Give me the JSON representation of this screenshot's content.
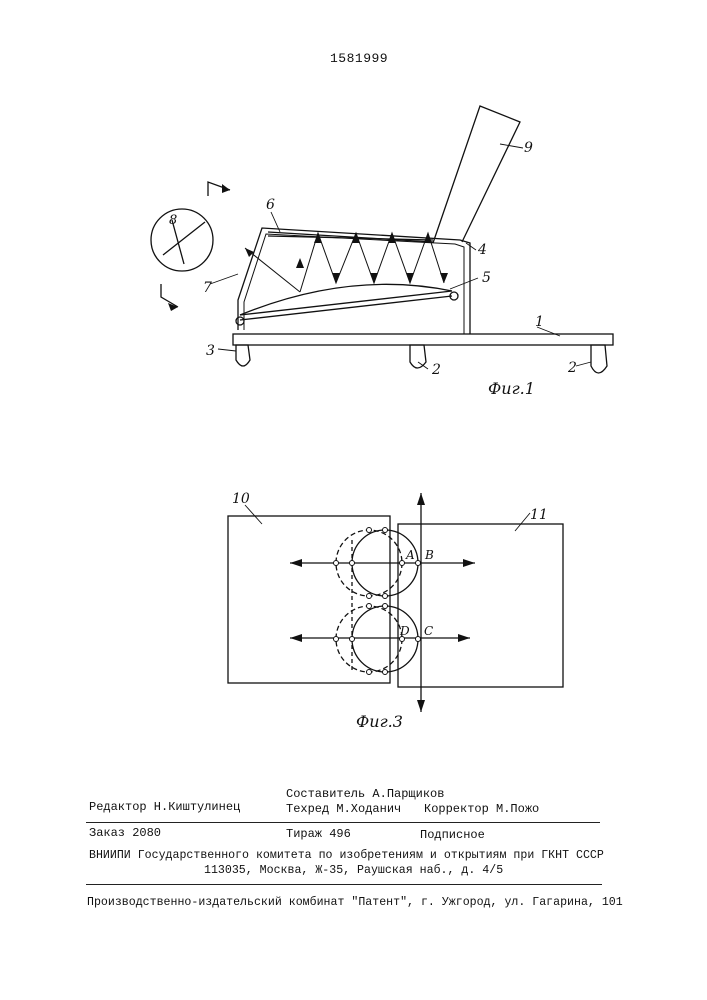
{
  "patent_number": "1581999",
  "figure1": {
    "caption": "Фиг.1",
    "labels": {
      "l1": "1",
      "l2a": "2",
      "l2b": "2",
      "l3": "3",
      "l4": "4",
      "l5": "5",
      "l6": "6",
      "l7": "7",
      "l8": "8",
      "l9": "9"
    }
  },
  "figure3": {
    "caption": "Фиг.3",
    "labels": {
      "l10": "10",
      "l11": "11",
      "A": "A",
      "B": "B",
      "C": "C",
      "D": "D"
    }
  },
  "footer": {
    "compiler": "Составитель А.Парщиков",
    "editor": "Редактор Н.Киштулинец",
    "techred": "Техред М.Ходанич",
    "corrector": "Корректор М.Пожо",
    "order": "Заказ 2080",
    "circulation": "Тираж 496",
    "subscription": "Подписное",
    "org_line1": "ВНИИПИ Государственного комитета по изобретениям и открытиям при ГКНТ СССР",
    "org_line2": "113035, Москва, Ж-35, Раушская наб., д. 4/5",
    "printer": "Производственно-издательский комбинат \"Патент\", г. Ужгород, ул. Гагарина, 101"
  }
}
